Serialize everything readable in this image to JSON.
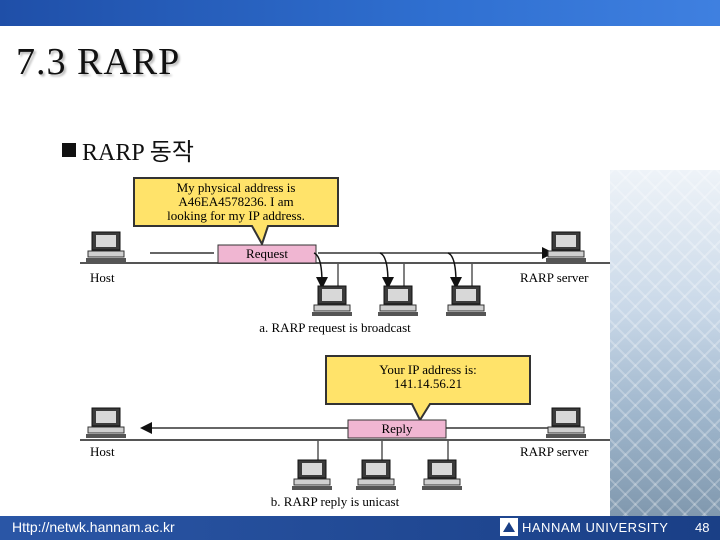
{
  "slide": {
    "title": "7.3 RARP",
    "bullet": "RARP 동작"
  },
  "diagram": {
    "panel_a": {
      "callout": [
        "My physical address is",
        "A46EA4578236. I am",
        "looking for my IP address."
      ],
      "message": "Request",
      "host_label": "Host",
      "server_label": "RARP server",
      "caption": "a. RARP request is broadcast"
    },
    "panel_b": {
      "callout": [
        "Your IP address is:",
        "141.14.56.21"
      ],
      "message": "Reply",
      "host_label": "Host",
      "server_label": "RARP server",
      "caption": "b. RARP reply is unicast"
    }
  },
  "footer": {
    "url": "Http://netwk.hannam.ac.kr",
    "university": "HANNAM UNIVERSITY",
    "page": "48"
  },
  "colors": {
    "top_bar": "#2f6fd0",
    "footer_bar": "#2a56a6",
    "callout_fill": "#ffe36a",
    "message_fill": "#f0b6d2"
  }
}
